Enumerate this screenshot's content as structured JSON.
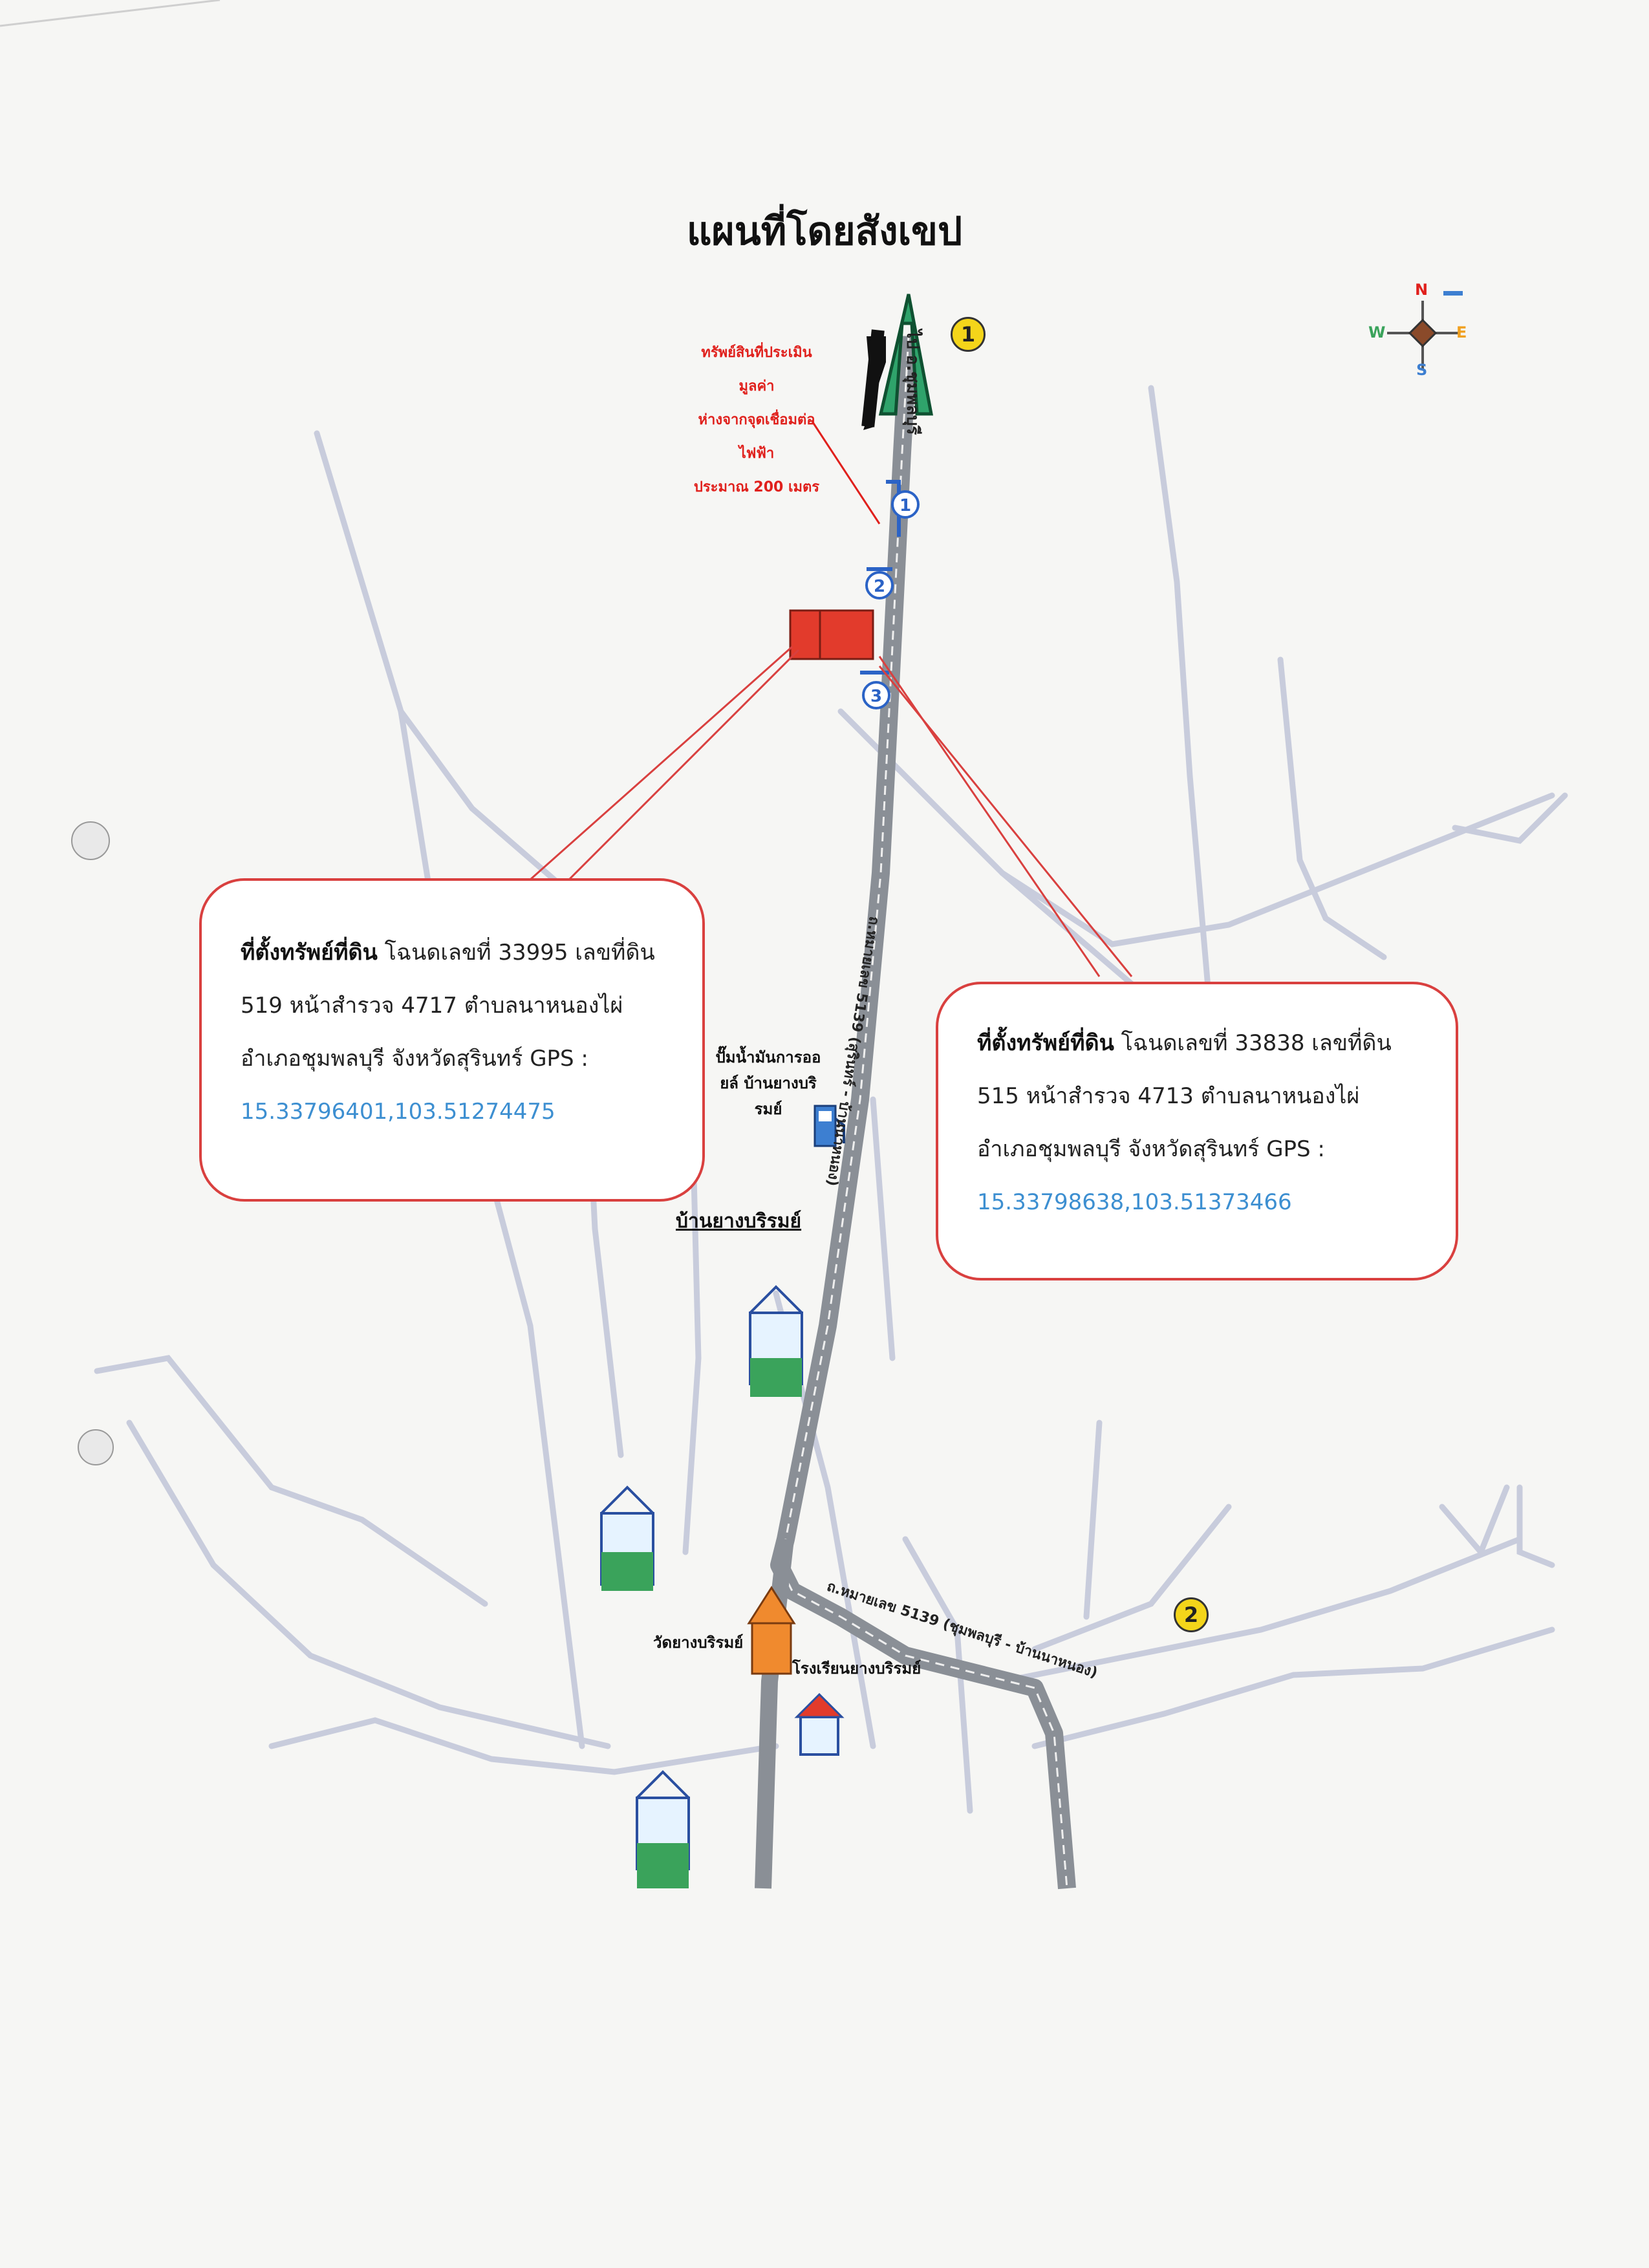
{
  "page": {
    "title": "แผนที่โดยสังเขป"
  },
  "map": {
    "road_label_north": "ไป อ.ชุมพลบุรี",
    "road_label_center": "ถ.หมายเลข 5139 (สุรินทร์ - บ้านนาหนอง)",
    "road_label_east": "ถ.หมายเลข 5139 (ชุมพลบุรี - บ้านนาหนอง)",
    "landmarks": {
      "gas_station": "ปั๊มน้ำมันการออยล์ บ้านยางบริรมย์",
      "village": "บ้านยางบริรมย์",
      "temple": "วัดยางบริรมย์",
      "school": "โรงเรียนยางบริรมย์"
    },
    "red_note": [
      "ทรัพย์สินที่ประเมินมูลค่า",
      "ห่างจากจุดเชื่อมต่อไฟฟ้า",
      "ประมาณ 200 เมตร"
    ],
    "markers": [
      "1",
      "2"
    ],
    "turn_markers": [
      "1",
      "2",
      "3"
    ],
    "compass": {
      "n": "N",
      "s": "S",
      "e": "E",
      "w": "W"
    },
    "colors": {
      "road": "#8a8f96",
      "plot": "#e23b2c",
      "callout_border": "#d9403f",
      "gps": "#3d8fd1",
      "faint_roads": "#c8ccdc"
    }
  },
  "callout_left": {
    "label": "ที่ตั้งทรัพย์ที่ดิน",
    "text": " โฉนดเลขที่ 33995 เลขที่ดิน 519 หน้าสำรวจ 4717 ตำบลนาหนองไผ่  อำเภอชุมพลบุรี จังหวัดสุรินทร์  GPS :",
    "gps": "15.33796401,103.51274475"
  },
  "callout_right": {
    "label": "ที่ตั้งทรัพย์ที่ดิน",
    "text": " โฉนดเลขที่ 33838 เลขที่ดิน 515 หน้าสำรวจ 4713 ตำบลนาหนองไผ่ อำเภอชุมพลบุรี จังหวัดสุรินทร์  GPS :",
    "gps": "15.33798638,103.51373466"
  }
}
